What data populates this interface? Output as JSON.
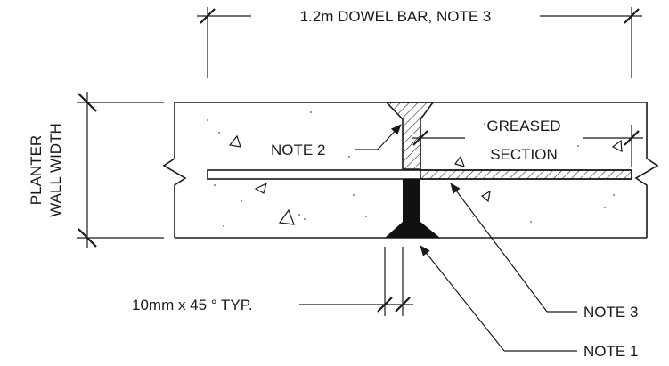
{
  "labels": {
    "dowel_bar": "1.2m DOWEL BAR, NOTE 3",
    "planter_line1": "PLANTER",
    "planter_line2": "WALL WIDTH",
    "greased_line1": "GREASED",
    "greased_line2": "SECTION",
    "note2": "NOTE 2",
    "chamfer": "10mm x 45 ° TYP.",
    "note3": "NOTE 3",
    "note1": "NOTE 1"
  },
  "colors": {
    "line": "#1a1a1a",
    "background": "#ffffff"
  }
}
